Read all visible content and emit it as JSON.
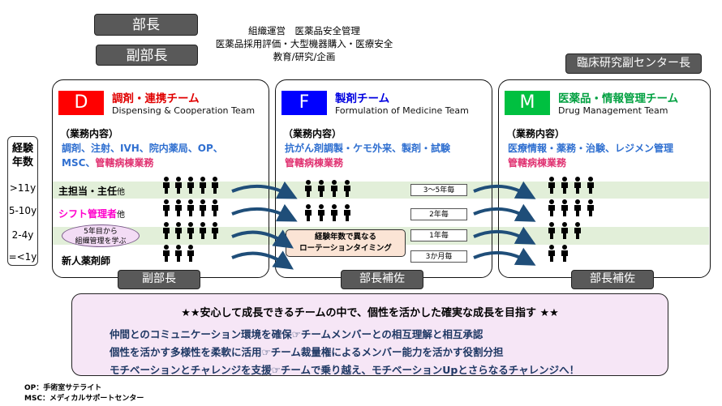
{
  "header": {
    "bucho": "部長",
    "fukubucho": "副部長",
    "duties": [
      "組織運営　医薬品安全管理",
      "医薬品採用評価・大型機器購入・医療安全",
      "教育/研究/企画"
    ],
    "clinical": "臨床研究副センター長"
  },
  "experience": {
    "title1": "経験",
    "title2": "年数",
    "levels": [
      ">11y",
      "5-10y",
      "2-4y",
      "=<1y"
    ]
  },
  "row_labels": {
    "senior": "主担当・主任",
    "senior_suffix": "他",
    "shift": "シフト管理者",
    "shift_suffix": "他",
    "newbie": "新人薬剤師",
    "cloud": [
      "5年目から",
      "組織管理を学ぶ"
    ]
  },
  "teams": [
    {
      "letter": "D",
      "name": "調剤・連携チーム",
      "en": "Dispensing & Cooperation Team",
      "duty_label": "（業務内容）",
      "duty_blue": [
        "調剤、注射、IVH、院内薬局、OP、",
        "MSC、"
      ],
      "duty_red": "管轄病棟業務",
      "footer": "副部長",
      "color": "#ff0000",
      "name_color": "#e00000"
    },
    {
      "letter": "F",
      "name": "製剤チーム",
      "en": "Formulation of Medicine Team",
      "duty_label": "（業務内容）",
      "duty_blue": [
        "抗がん剤調製・ケモ外来、製剤・試験"
      ],
      "duty_red": "管轄病棟業務",
      "footer": "部長補佐",
      "color": "#0000ff",
      "name_color": "#0000e0"
    },
    {
      "letter": "M",
      "name": "医薬品・情報管理チーム",
      "en": "Drug Management Team",
      "duty_label": "（業務内容）",
      "duty_blue": [
        "医療情報・薬務・治験、レジメン管理"
      ],
      "duty_red": "管轄病棟業務",
      "footer": "部長補佐",
      "color": "#00c040",
      "name_color": "#00a040"
    }
  ],
  "rotation": {
    "periods": [
      "3～5年毎",
      "2年毎",
      "1年毎",
      "3か月毎"
    ],
    "note": [
      "経験年数で異なる",
      "ローテーションタイミング"
    ]
  },
  "bottom": {
    "title": "★★安心して成長できるチームの中で、個性を活かした確実な成長を目指す ★★",
    "lines": [
      "仲間とのコミュニケーション環境を確保☞チームメンバーとの相互理解と相互承認",
      "個性を活かす多様性を柔軟に活用☞チーム裁量権によるメンバー能力を活かす役割分担",
      "モチベーションとチャレンジを支援☞チームで乗り越え、モチベーションUpとさらなるチャレンジへ！"
    ]
  },
  "footnotes": [
    "OP：手術室サテライト",
    "MSC：メディカルサポートセンター"
  ],
  "colors": {
    "band": "#e2efd9",
    "dark_button": "#595959",
    "bottom_bg": "#f6e6f6",
    "arrow": "#1f4e79"
  }
}
